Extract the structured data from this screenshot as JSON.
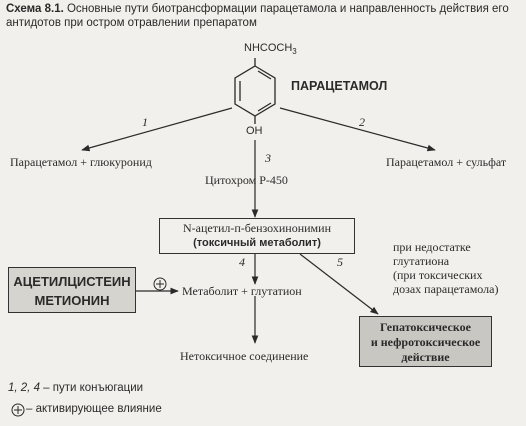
{
  "caption": {
    "label": "Схема 8.1.",
    "text": " Основные пути биотрансформации парацетамола и направленность действия его антидотов при остром отравлении препаратом"
  },
  "molecule": {
    "top_group": "NHCOCH",
    "top_group_sub": "3",
    "name": "ПАРАЦЕТАМОЛ",
    "bottom_group": "OH"
  },
  "paths": {
    "n1": "1",
    "n2": "2",
    "n3": "3",
    "n4": "4",
    "n5": "5",
    "left_product": "Парацетамол + глюкуронид",
    "right_product": "Парацетамол + сульфат",
    "cytochrome": "Цитохром Р-450"
  },
  "metabolite_box": {
    "line1": "N-ацетил-п-бензохинонимин",
    "line2": "(токсичный метаболит)"
  },
  "antidote_box": {
    "line1": "АЦЕТИЛЦИСТЕИН",
    "line2": "МЕТИОНИН"
  },
  "glutathione_conjugate": "Метаболит + глутатион",
  "nontoxic": "Нетоксичное соединение",
  "deficiency_note": {
    "line1": "при недостатке",
    "line2": "глутатиона",
    "line3": "(при токсических",
    "line4": "дозах парацетамола)"
  },
  "effect_box": {
    "line1": "Гепатоксическое",
    "line2": "и нефротоксическое",
    "line3": "действие"
  },
  "legend": {
    "item1_nums": "1, 2, 4",
    "item1_text": " – пути конъюгации",
    "item2_text": " – активирующее влияние"
  }
}
